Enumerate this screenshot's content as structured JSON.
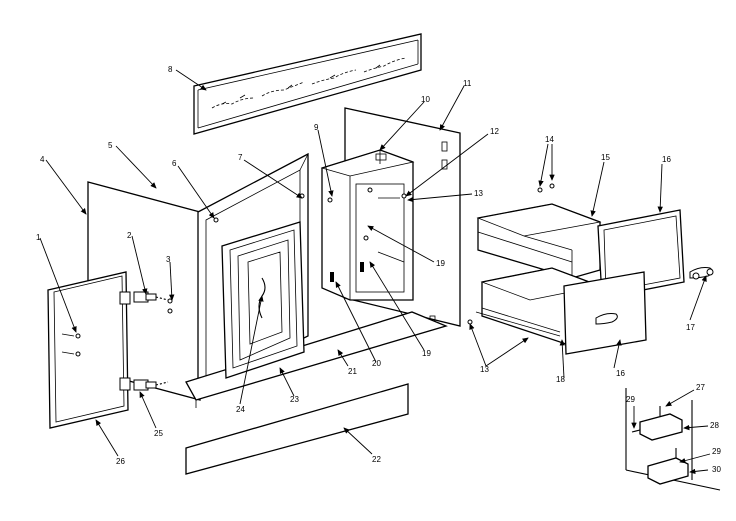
{
  "diagram": {
    "part_numbers": [
      "1",
      "2",
      "3",
      "4",
      "5",
      "6",
      "7",
      "8",
      "9",
      "10",
      "11",
      "12",
      "13",
      "14",
      "15",
      "16",
      "17",
      "18",
      "19",
      "20",
      "21",
      "22",
      "23",
      "24",
      "25",
      "26",
      "27",
      "28",
      "29",
      "30"
    ],
    "repeated_labels": {
      "13": "13",
      "16": "16",
      "19": "19",
      "29": "29"
    }
  }
}
